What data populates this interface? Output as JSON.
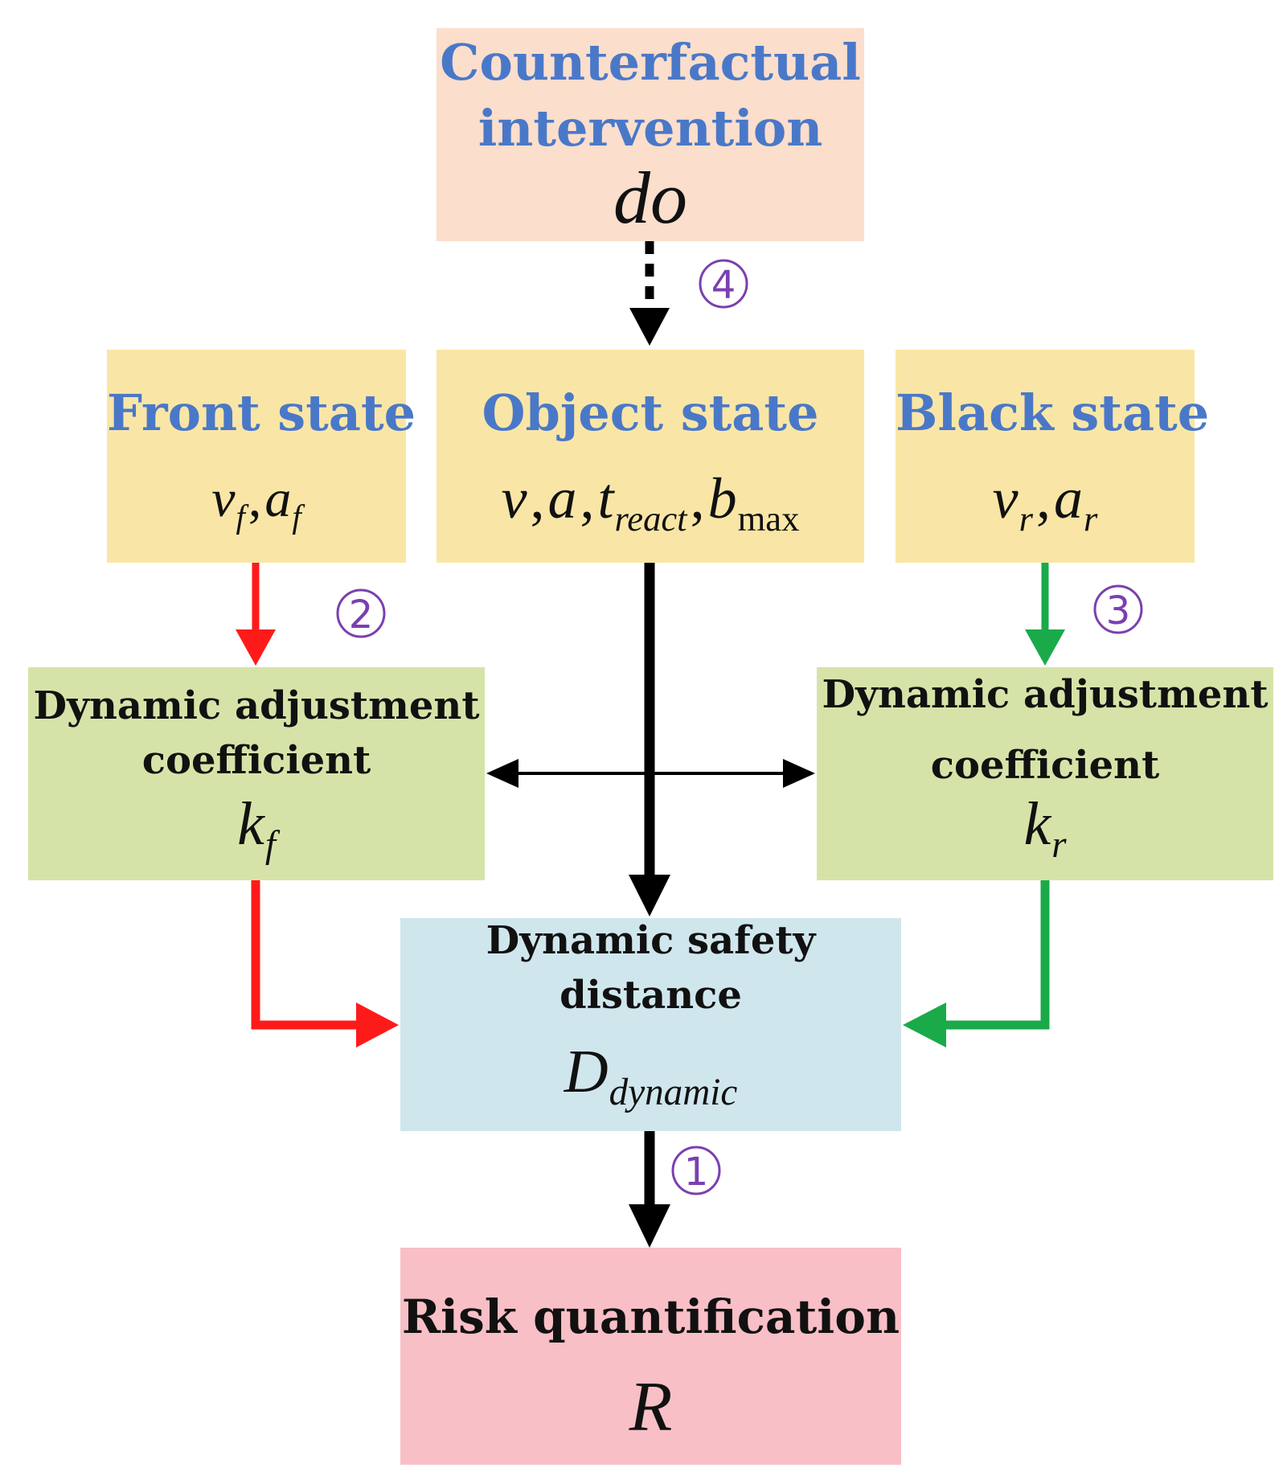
{
  "colors": {
    "counterfactual_fill": "#fbdecc",
    "state_fill": "#f9e6a6",
    "coefficient_fill": "#d6e3a8",
    "safety_fill": "#d0e6ed",
    "risk_fill": "#f8bfc6",
    "title_blue": "#4a78c8",
    "badge_purple": "#7b3fb0",
    "front_arrow": "#ff1a1a",
    "back_arrow": "#1aaa4a",
    "main_arrow": "#000000"
  },
  "counterfactual": {
    "line1": "Counterfactual",
    "line2": "intervention",
    "symbol": "do"
  },
  "front_state": {
    "title": "Front state",
    "v": "v",
    "v_sub": "f",
    "a": "a",
    "a_sub": "f"
  },
  "object_state": {
    "title": "Object state",
    "v": "v",
    "a": "a",
    "t": "t",
    "t_sub": "react",
    "b": "b",
    "b_sub": "max"
  },
  "black_state": {
    "title": "Black state",
    "v": "v",
    "v_sub": "r",
    "a": "a",
    "a_sub": "r"
  },
  "dyn_left": {
    "line1": "Dynamic adjustment",
    "line2": "coefficient",
    "symbol": "k",
    "symbol_sub": "f"
  },
  "dyn_right": {
    "line1": "Dynamic adjustment",
    "line2": "coefficient",
    "symbol": "k",
    "symbol_sub": "r"
  },
  "safety": {
    "line1": "Dynamic safety",
    "line2": "distance",
    "symbol": "D",
    "symbol_sub": "dynamic"
  },
  "risk": {
    "title": "Risk quantification",
    "symbol": "R"
  },
  "badges": {
    "one": "①",
    "two": "②",
    "three": "③",
    "four": "④"
  }
}
